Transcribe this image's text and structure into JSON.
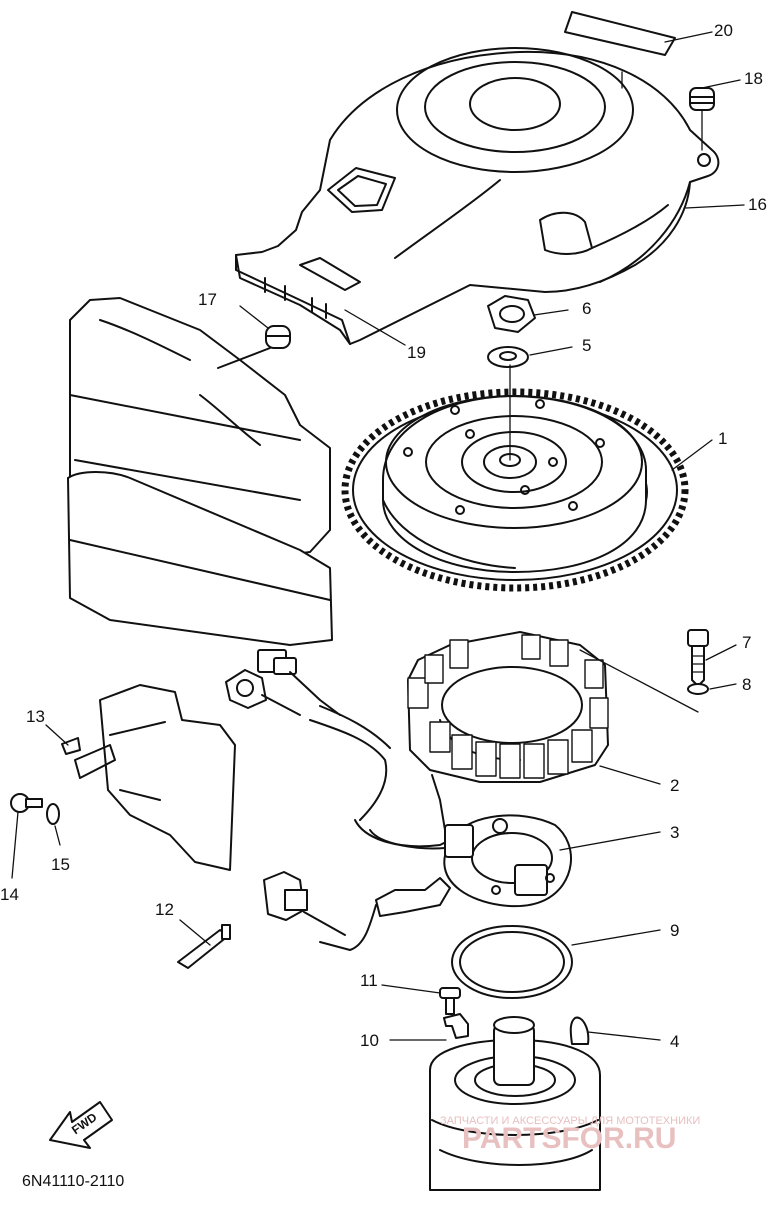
{
  "diagram": {
    "drawing_code": "6N41110-2110",
    "direction_label": "FWD",
    "callouts": [
      {
        "id": "1",
        "part": "flywheel"
      },
      {
        "id": "2",
        "part": "stator"
      },
      {
        "id": "3",
        "part": "pulser-coil"
      },
      {
        "id": "4",
        "part": "woodruff-key"
      },
      {
        "id": "5",
        "part": "washer"
      },
      {
        "id": "6",
        "part": "flywheel-nut"
      },
      {
        "id": "7",
        "part": "stator-bolt"
      },
      {
        "id": "8",
        "part": "stator-washer"
      },
      {
        "id": "9",
        "part": "retaining-ring"
      },
      {
        "id": "10",
        "part": "lead-clamp"
      },
      {
        "id": "11",
        "part": "clamp-screw"
      },
      {
        "id": "12",
        "part": "cable-holder"
      },
      {
        "id": "13",
        "part": "clip"
      },
      {
        "id": "14",
        "part": "bolt"
      },
      {
        "id": "15",
        "part": "washer"
      },
      {
        "id": "16",
        "part": "flywheel-cover"
      },
      {
        "id": "17",
        "part": "grommet"
      },
      {
        "id": "18",
        "part": "damper"
      },
      {
        "id": "19",
        "part": "cover-bracket"
      },
      {
        "id": "20",
        "part": "label"
      }
    ]
  },
  "watermark": {
    "line1": "ЗАПЧАСТИ И АКСЕССУАРЫ ДЛЯ МОТОТЕХНИКИ",
    "line2": "PARTSFOR.RU"
  }
}
